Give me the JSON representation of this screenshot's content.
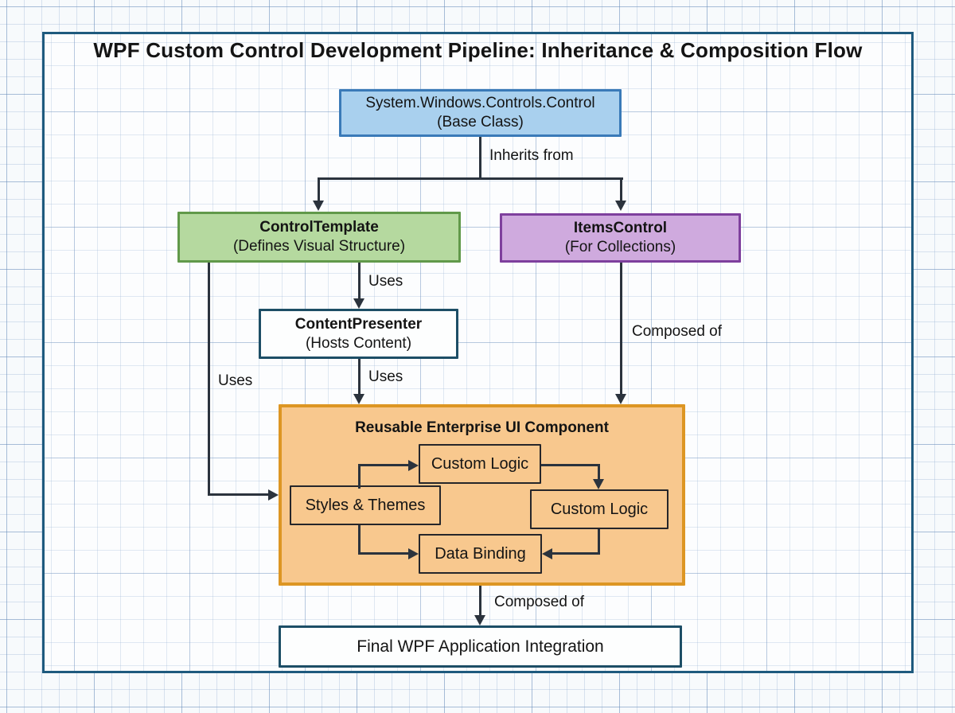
{
  "diagram": {
    "title": "WPF Custom Control Development Pipeline: Inheritance & Composition Flow",
    "nodes": {
      "base": {
        "line1": "System.Windows.Controls.Control",
        "line2": "(Base Class)"
      },
      "control_template": {
        "line1": "ControlTemplate",
        "line2": "(Defines Visual Structure)"
      },
      "items_control": {
        "line1": "ItemsControl",
        "line2": "(For Collections)"
      },
      "content_presenter": {
        "line1": "ContentPresenter",
        "line2": "(Hosts Content)"
      },
      "component": {
        "title": "Reusable Enterprise UI Component",
        "custom_logic_top": "Custom Logic",
        "styles_themes": "Styles & Themes",
        "custom_logic_right": "Custom Logic",
        "data_binding": "Data Binding"
      },
      "final": {
        "label": "Final WPF Application Integration"
      }
    },
    "edges": {
      "inherits_from": "Inherits from",
      "uses_top": "Uses",
      "uses_mid": "Uses",
      "uses_left": "Uses",
      "composed_of_right": "Composed of",
      "composed_of_bottom": "Composed of"
    },
    "colors": {
      "frame_border": "#1e5a7e",
      "base_fill": "#a9d0ee",
      "base_border": "#3a7ab8",
      "control_template_fill": "#b5d99f",
      "control_template_border": "#61994a",
      "items_control_fill": "#cfaade",
      "items_control_border": "#7e3f9d",
      "plain_fill": "#fdfefe",
      "plain_border": "#1d4e66",
      "component_fill": "#f8c88e",
      "component_border": "#dd9623",
      "connector": "#2b333d",
      "grid_line": "#9cb6d6"
    }
  }
}
